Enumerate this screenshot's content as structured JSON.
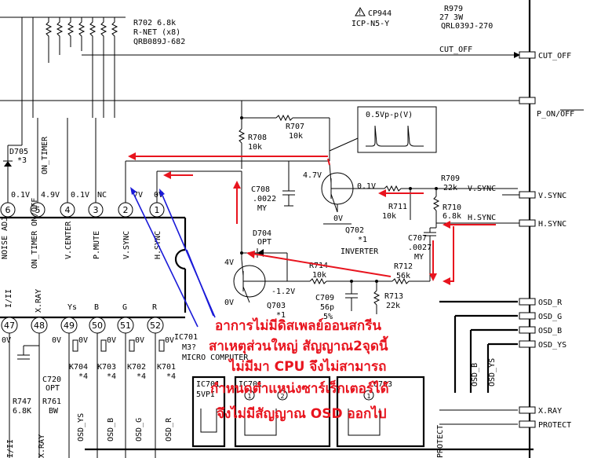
{
  "top_parts": {
    "rnet_ref": "R702 6.8k",
    "rnet_type": "R-NET (x8)",
    "rnet_part": "QRB089J-682",
    "cp_ref": "CP944",
    "cp_part": "ICP-N5-Y",
    "r979_ref": "R979",
    "r979_val": "27  3W",
    "r979_part": "QRL039J-270"
  },
  "connectors": {
    "cut_off_net": "CUT_OFF",
    "cut_off_pin": "CUT_OFF",
    "p_on_off": "P_ON/OFF",
    "vsync_net": "V.SYNC",
    "vsync_pin": "V.SYNC",
    "hsync_net": "H.SYNC",
    "hsync_pin": "H.SYNC",
    "osd_r": "OSD_R",
    "osd_g": "OSD_G",
    "osd_b": "OSD_B",
    "osd_ys": "OSD_YS",
    "xray": "X.RAY",
    "protect": "PROTECT"
  },
  "components": {
    "r708_ref": "R708",
    "r708_val": "10k",
    "r707_ref": "R707",
    "r707_val": "10k",
    "d705_ref": "D705",
    "d705_note": "*3",
    "on_timer": "ON_TIMER",
    "c708_ref": "C708",
    "c708_val": ".0022",
    "c708_type": "MY",
    "q702_ref": "Q702",
    "q702_note": "*1",
    "q702_desc": "INVERTER",
    "r711_ref": "R711",
    "r711_val": "10k",
    "r709_ref": "R709",
    "r709_val": "22k",
    "r710_ref": "R710",
    "r710_val": "6.8k",
    "c707_ref": "C707",
    "c707_val": ".0027",
    "c707_type": "MY",
    "d704_ref": "D704",
    "d704_type": "OPT",
    "r714_ref": "R714",
    "r714_val": "10k",
    "r712_ref": "R712",
    "r712_val": "56k",
    "c709_ref": "C709",
    "c709_val": "56p",
    "c709_note": "5%",
    "r713_ref": "R713",
    "r713_val": "22k",
    "q703_ref": "Q703",
    "q703_note": "*1",
    "waveform": "0.5Vp-p(V)",
    "v_q702b": "0.1V",
    "v_q702c": "4.7V",
    "v_q702e": "0V",
    "v_q703b": "4V",
    "v_q703e": "0V",
    "v_q703c": "-1.2V"
  },
  "ic_top": {
    "voltages": [
      "0.1V",
      "4.9V",
      "0.1V",
      "NC",
      " 7V",
      "0V"
    ],
    "pins": [
      "6",
      "5",
      "4",
      "3",
      "2",
      "1"
    ],
    "labels": [
      "NOISE ADJ",
      "ON_TIMER ON/OFF",
      "V.CENTER",
      "P.MUTE",
      "V.SYNC",
      "H.SYNC"
    ]
  },
  "ic_bottom": {
    "pins": [
      "47",
      "48",
      "49",
      "50",
      "51",
      "52"
    ],
    "top_labels": [
      "I/II",
      "X.RAY",
      "Ys",
      "B",
      "G",
      "R"
    ],
    "voltages": [
      "0V",
      "0V",
      "0V",
      "0V",
      "0V",
      "0V"
    ],
    "k_refs": [
      "K704",
      "K703",
      "K702",
      "K701"
    ],
    "k_note": "*4",
    "osd_labels": [
      "OSD_YS",
      "OSD_B",
      "OSD_G",
      "OSD_R"
    ],
    "c720_ref": "C720",
    "c720_type": "OPT",
    "r747_ref": "R747",
    "r747_val": "6.8K",
    "r761_ref": "R761",
    "r761_val": "BW",
    "ic701_a": "IC701",
    "ic701_b": "IC701",
    "ic701_c": "IC701",
    "micro1": "M3?",
    "micro2": "MICRO COMPUTER",
    "vpi": "5VPI",
    "q703_pin": "Q703",
    "box_pins": [
      "1",
      "2",
      "1"
    ],
    "right_osd": [
      "OSD_B",
      "OSD_YS"
    ],
    "left_bottom": [
      "I/II",
      "X.RAY"
    ],
    "right_bottom": [
      "PROTECT"
    ]
  },
  "annotation": {
    "line1": "อาการไม่มีดิสเพลย์ออนสกรีน",
    "line2": "สาเหตุส่วนใหญ่ สัญญาณ2จุดนี้",
    "line3": "ไม่มีมา CPU จึงไม่สามารถ",
    "line4": "กำหนดตำแหน่งซาร์เร็กเตอร์ได้",
    "line5": "จึงไม่มีสัญญาณ OSD ออกไป"
  }
}
